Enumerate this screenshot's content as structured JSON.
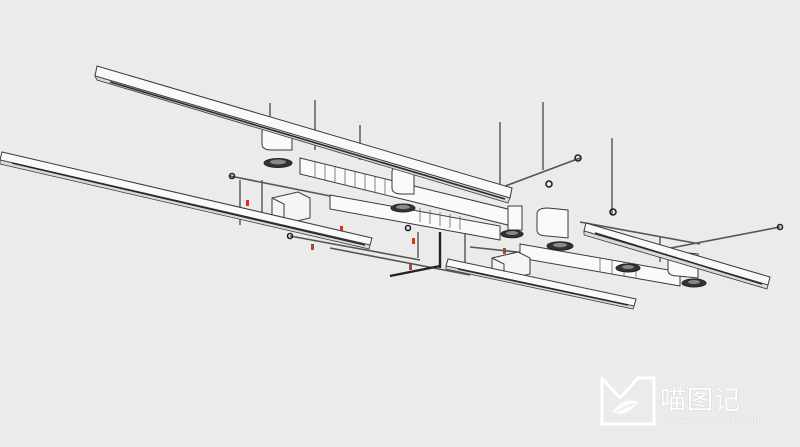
{
  "scene": {
    "subject": "ceiling-mounted HVAC ductwork with linear light fixtures, suspension rods and round diffusers",
    "background_color": "#ebebeb",
    "line_color": "#3a3a3a",
    "duct_color": "#fafafa",
    "light_housing_color": "#d9d9d9",
    "light_slot_color": "#2b2b2b"
  },
  "watermark": {
    "brand_text": "喵图记",
    "url_text": "www.miaotuji.com",
    "color": "#ffffff"
  }
}
